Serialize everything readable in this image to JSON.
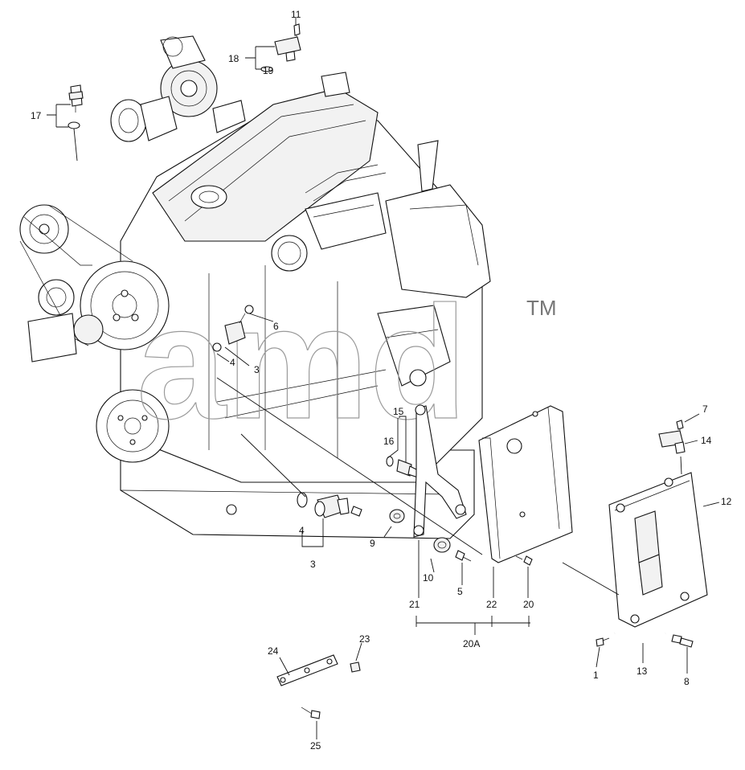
{
  "watermark": {
    "text": "amd",
    "trademark": "TM"
  },
  "callouts": {
    "c1": "1",
    "c3a": "3",
    "c3b": "3",
    "c4a": "4",
    "c4b": "4",
    "c5": "5",
    "c6": "6",
    "c7": "7",
    "c8": "8",
    "c9": "9",
    "c10": "10",
    "c11": "11",
    "c12": "12",
    "c13": "13",
    "c14": "14",
    "c15": "15",
    "c16": "16",
    "c17": "17",
    "c18": "18",
    "c19": "19",
    "c20a": "20",
    "c20b": "20A",
    "c21": "21",
    "c22": "22",
    "c23": "23",
    "c24": "24",
    "c25": "25"
  }
}
